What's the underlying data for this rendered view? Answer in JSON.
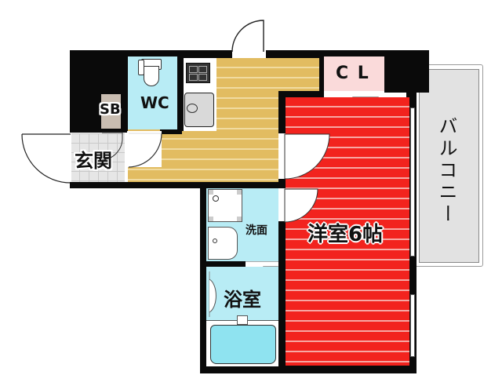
{
  "floorplan": {
    "rooms": {
      "entrance": "玄関",
      "shoe_box": "SB",
      "toilet": "WC",
      "closet": "C L",
      "western_room": "洋室6帖",
      "washroom": "洗面",
      "bathroom": "浴室",
      "balcony": "バルコニー"
    },
    "colors": {
      "wall": "#0a0a0a",
      "western_room_floor": "#f2231e",
      "kitchen_floor": "#e2bc61",
      "wet_area": "#b8ecf5",
      "closet": "#fadada",
      "shoe_box": "#c9bdb1",
      "balcony": "#e2e2e2",
      "entrance_tile": "#e6e6e6"
    }
  }
}
